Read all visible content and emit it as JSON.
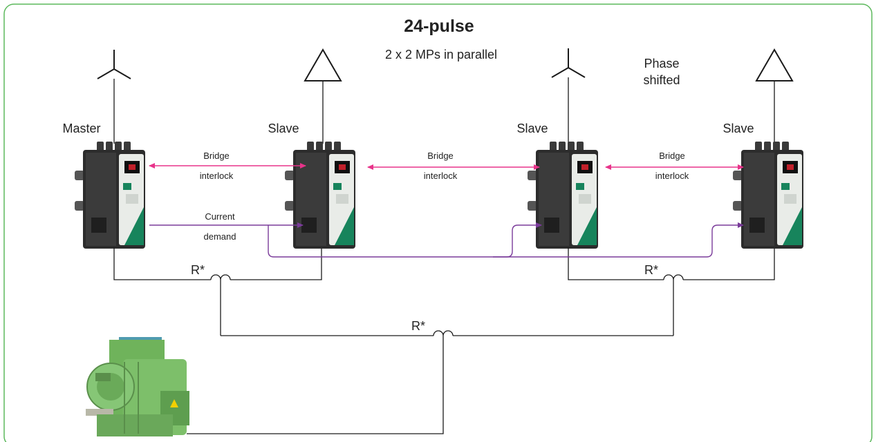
{
  "title": "24-pulse",
  "subtitle": "2 x 2 MPs in parallel",
  "phase_note": [
    "Phase",
    "shifted"
  ],
  "drives": [
    {
      "role": "Master",
      "supply": "wye"
    },
    {
      "role": "Slave",
      "supply": "delta"
    },
    {
      "role": "Slave",
      "supply": "wye"
    },
    {
      "role": "Slave",
      "supply": "delta"
    }
  ],
  "interlock_labels": [
    [
      "Bridge",
      "interlock"
    ],
    [
      "Bridge",
      "interlock"
    ],
    [
      "Bridge",
      "interlock"
    ]
  ],
  "current_demand_label": [
    "Current",
    "demand"
  ],
  "reactor_labels": [
    "R*",
    "R*",
    "R*"
  ],
  "colors": {
    "frame": "#5cb85c",
    "interlock": "#e8338a",
    "current_demand": "#7a3b9a",
    "wiring": "#1a1a1a",
    "drive_body": "#2c2c2c",
    "drive_accent": "#17845c",
    "motor": "#7dbf6a"
  },
  "icons": {
    "wye": "wye-symbol-icon",
    "delta": "delta-symbol-icon",
    "drive": "mentor-drive-icon",
    "motor": "dc-motor-icon"
  }
}
